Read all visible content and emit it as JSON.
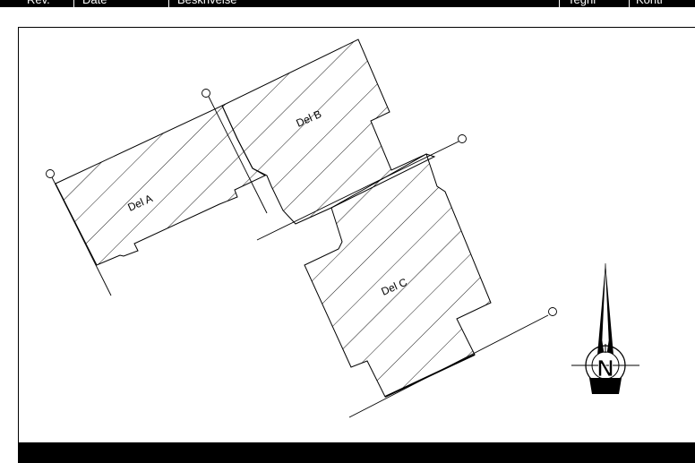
{
  "title_block": {
    "rev_label": "Rev.",
    "date_label": "Date",
    "description_label": "Beskrivelse",
    "drawn_label": "Tegnr",
    "control_label": "Kontr"
  },
  "zones": {
    "a": "Del A",
    "b": "Del B",
    "c": "Del C"
  },
  "north_arrow": {
    "letter": "N"
  }
}
